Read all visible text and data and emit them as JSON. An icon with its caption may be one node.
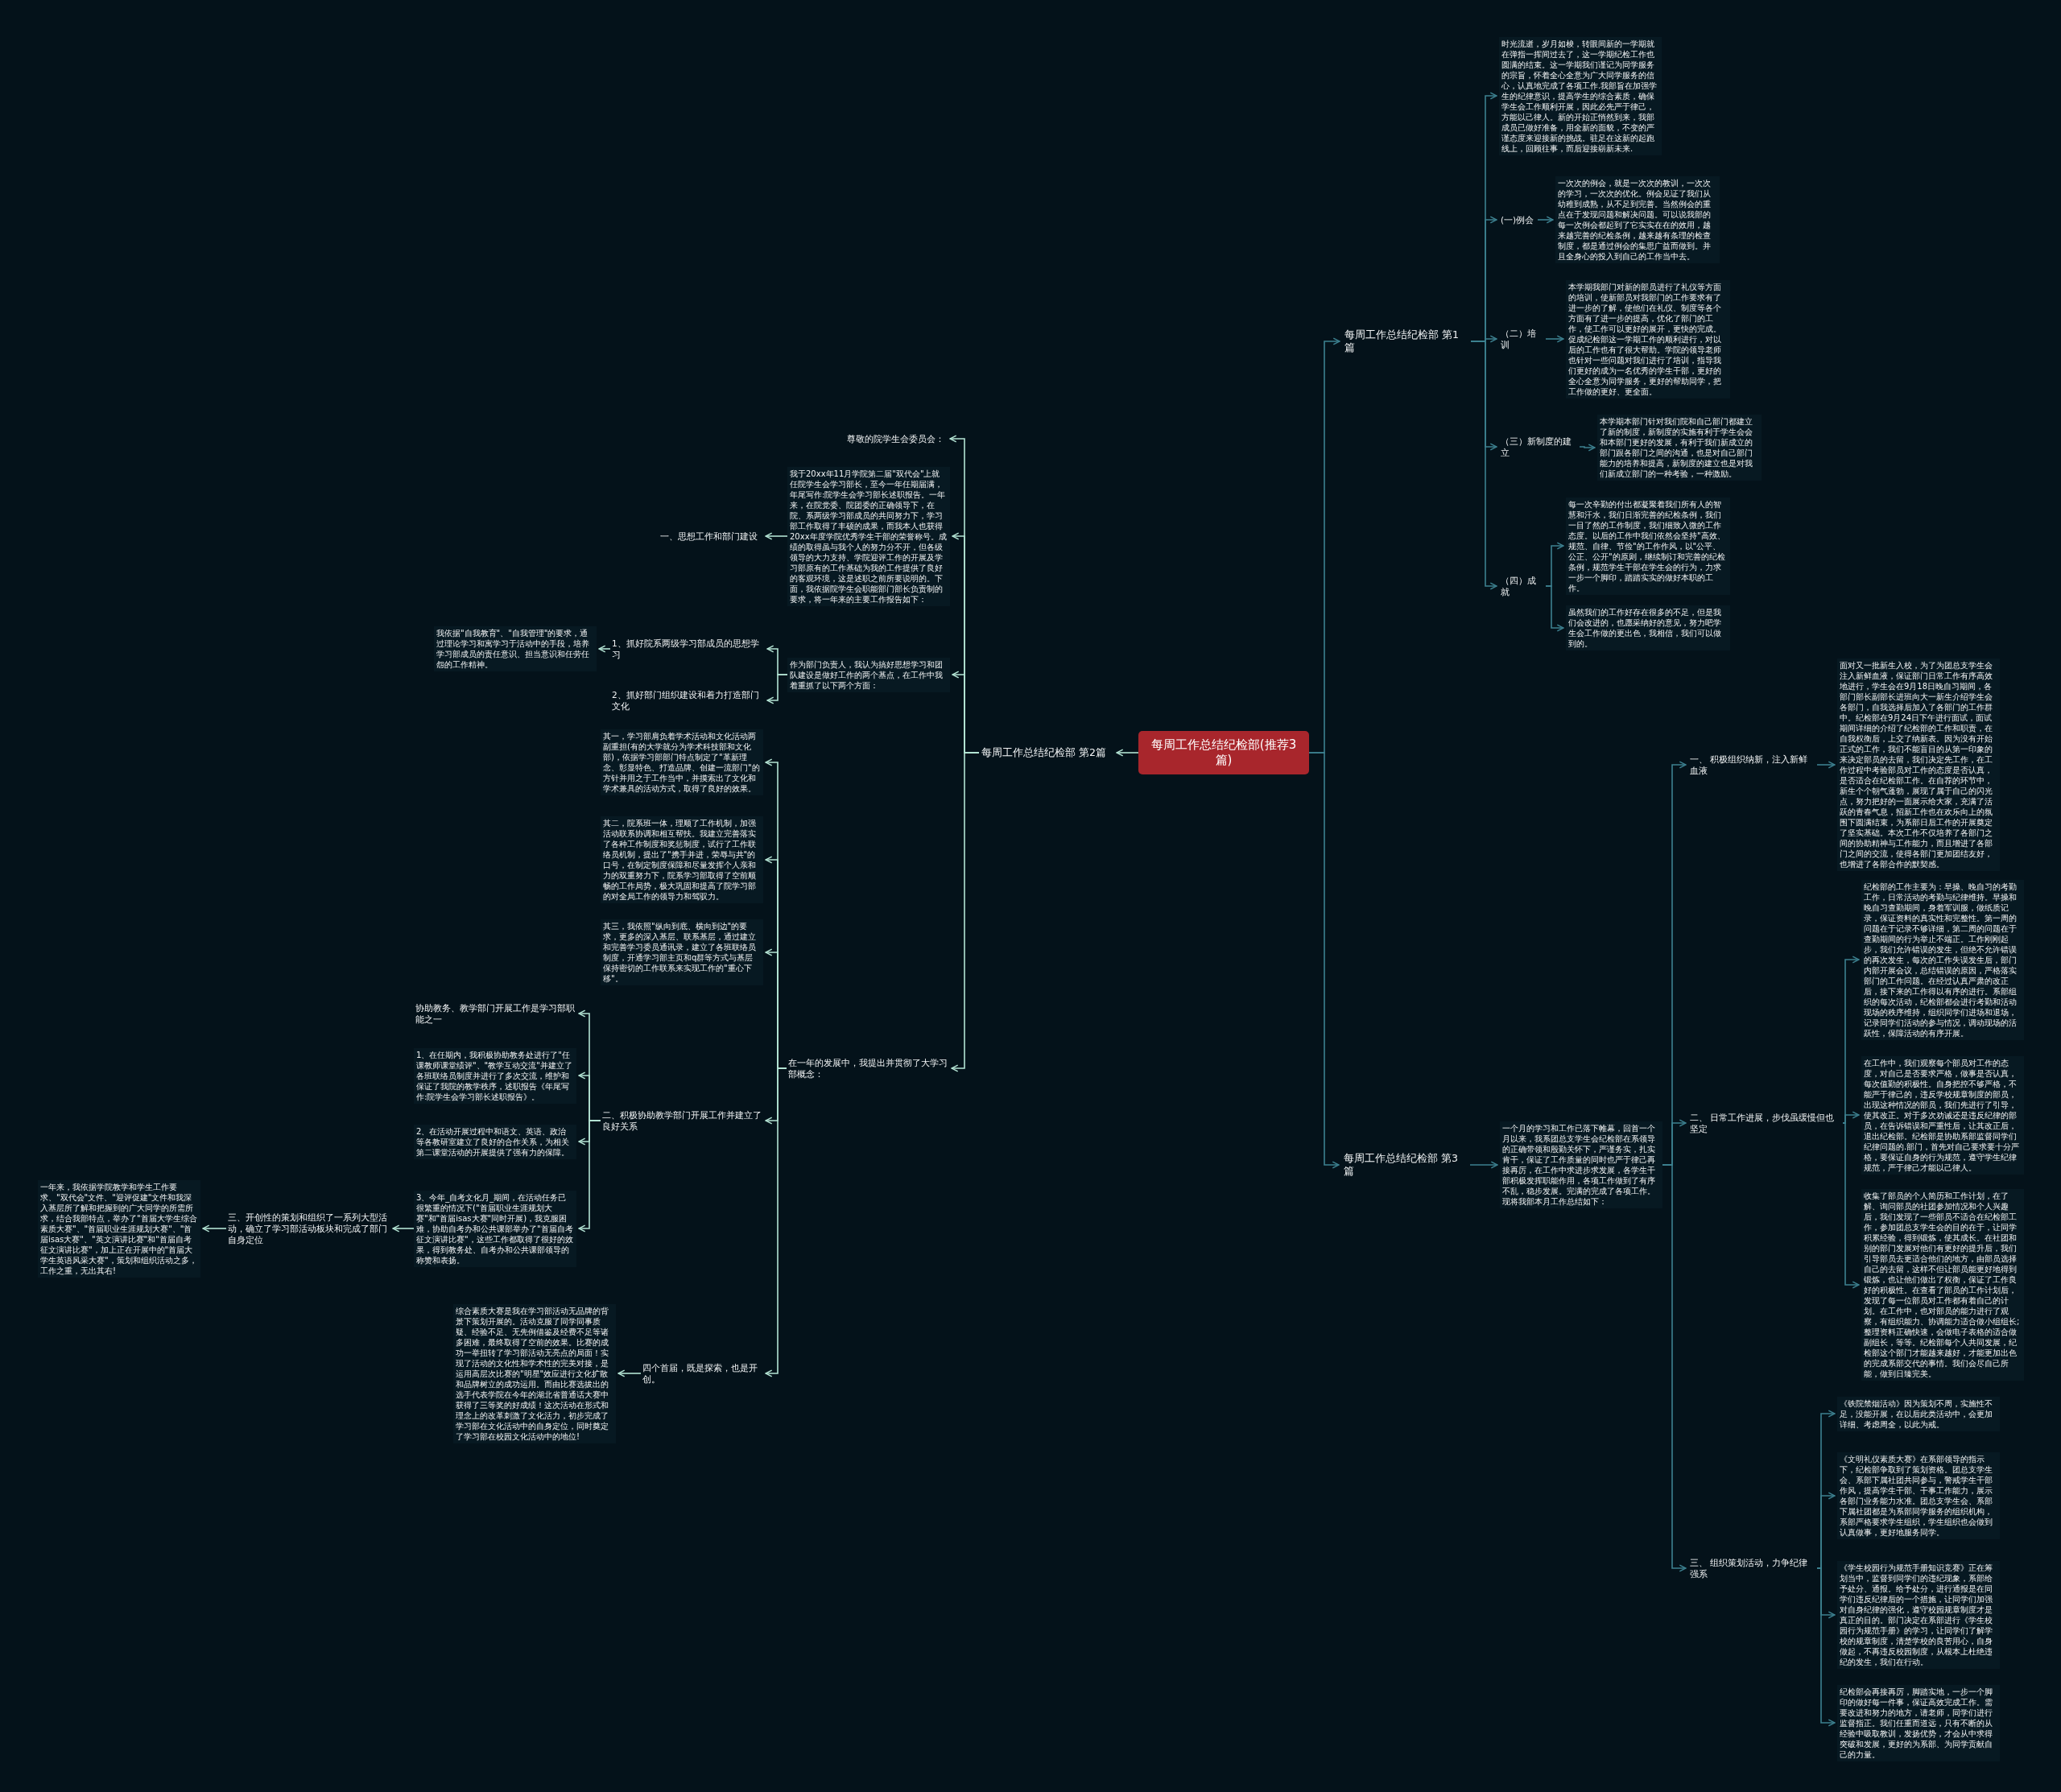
{
  "diagram": {
    "nodes": [
      {
        "text": [
          "每周工作总结纪检部(推荐3篇)"
        ]
      },
      {
        "text": [
          "每周工作总结纪检部 第1篇"
        ]
      },
      {
        "text": [
          "时光流逝，岁月如梭，转眼间新的一学期就在弹指一挥间过去了，这一学期纪检工作也圆满的结束。这一学期我们谨记为同学服务的宗旨，怀着全心全意为广大同学服务的信心，认真地完成了各项工作.我部旨在加强学生的纪律意识，提高学生的综合素质，确保学生会工作顺利开展，因此必先严于律己，方能以己律人。新的开始正悄然到来，我部成员已做好准备，用全新的面貌，不变的严谨态度来迎接新的挑战。驻足在这新的起跑线上，回顾往事，而后迎接崭新未来."
        ]
      },
      {
        "text": [
          "(一)例会"
        ]
      },
      {
        "text": [
          "一次次的例会，就是一次次的教训，一次次的学习，一次次的优化。例会见证了我们从幼稚到成熟，从不足到完善。当然例会的重点在于发现问题和解决问题。可以说我部的每一次例会都起到了它实实在在的效用，越来越完善的纪检条例，越来越有条理的检查制度，都是通过例会的集思广益而做到。并且全身心的投入到自己的工作当中去。"
        ]
      },
      {
        "text": [
          "（二）培训"
        ]
      },
      {
        "text": [
          "本学期我部门对新的部员进行了礼仪等方面的培训，使新部员对我部门的工作要求有了进一步的了解，使他们在礼仪、制度等各个方面有了进一步的提高，优化了部门的工作，使工作可以更好的展开，更快的完成。促成纪检部这一学期工作的顺利进行，对以后的工作也有了很大帮助。学院的领导老师也针对一些问题对我们进行了培训，指导我们更好的成为一名优秀的学生干部，更好的全心全意为同学服务，更好的帮助同学，把工作做的更好、更全面。"
        ]
      },
      {
        "text": [
          "（三）新制度的建立"
        ]
      },
      {
        "text": [
          "本学期本部门针对我们院和自己部门都建立了新的制度，新制度的实施有利于学生会会和本部门更好的发展，有利于我们新成立的部门跟各部门之间的沟通，也是对自己部门能力的培养和提高，新制度的建立也是对我们新成立部门的一种考验，一种激励。"
        ]
      },
      {
        "text": [
          "（四）成就"
        ]
      },
      {
        "text": [
          "每一次辛勤的付出都凝聚着我们所有人的智慧和汗水，我们日渐完善的纪检条例，我们一目了然的工作制度，我们细致入微的工作态度。以后的工作中我们依然会坚持\"高效、规范、自律、节俭\"的工作作风，以\"公平、公正、公开\"的原则，继续制订和完善的纪检条例，规范学生干部在学生会的行为，力求一步一个脚印，踏踏实实的做好本职的工作。"
        ]
      },
      {
        "text": [
          "虽然我们的工作好存在很多的不足，但是我们会改进的，也愿采纳好的意见，努力吧学生会工作做的更出色，我相信，我们可以做到的。"
        ]
      },
      {
        "text": [
          "每周工作总结纪检部 第2篇"
        ]
      },
      {
        "text": [
          "尊敬的院学生会委员会："
        ]
      },
      {
        "text": [
          "我于20xx年11月学院第二届\"双代会\"上就任院学生会学习部长，至今一年任期届满，年尾写作:院学生会学习部长述职报告。一年来，在院党委、院团委的正确领导下，在院、系两级学习部成员的共同努力下，学习部工作取得了丰硕的成果，而我本人也获得20xx年度学院优秀学生干部的荣誉称号。成绩的取得虽与我个人的努力分不开，但各级领导的大力支持、学院迎评工作的开展及学习部原有的工作基础为我的工作提供了良好的客观环境，这是述职之前所要说明的。下面，我依据院学生会职能部门部长负责制的要求，将一年来的主要工作报告如下："
        ]
      },
      {
        "text": [
          "一、思想工作和部门建设"
        ]
      },
      {
        "text": [
          "作为部门负责人，我认为搞好思想学习和团队建设是做好工作的两个基点，在工作中我着重抓了以下两个方面："
        ]
      },
      {
        "text": [
          "1、抓好院系两级学习部成员的思想学习"
        ]
      },
      {
        "text": [
          "我依据\"自我教育\"、\"自我管理\"的要求，通过理论学习和寓学习于活动中的手段，培养学习部成员的责任意识、担当意识和任劳任怨的工作精神。"
        ]
      },
      {
        "text": [
          "2、抓好部门组织建设和着力打造部门文化"
        ]
      },
      {
        "text": [
          "在一年的发展中，我提出并贯彻了大学习部概念："
        ]
      },
      {
        "text": [
          "其一，学习部肩负着学术活动和文化活动两副重担(有的大学就分为学术科技部和文化部)，依据学习部部门特点制定了\"革新理念、彰显特色、打造品牌、创建一流部门\"的方针并用之于工作当中，并摸索出了文化和学术兼具的活动方式，取得了良好的效果。"
        ]
      },
      {
        "text": [
          "其二，院系班一体，理顺了工作机制，加强活动联系协调和相互帮扶。我建立完善落实了各种工作制度和奖惩制度，试行了工作联络员机制，提出了\"携手并进，荣辱与共\"的口号，在制定制度保障和尽量发挥个人亲和力的双重努力下，院系学习部取得了空前顺畅的工作局势，极大巩固和提高了院学习部的对全局工作的领导力和驾驭力。"
        ]
      },
      {
        "text": [
          "其三，我依照\"纵向到底、横向到边\"的要求，更多的深入基层、联系基层，通过建立和完善学习委员通讯录，建立了各班联络员制度，开通学习部主页和q群等方式与基层保持密切的工作联系来实现工作的\"重心下移\"。"
        ]
      },
      {
        "text": [
          "二、积极协助教学部门开展工作并建立了良好关系"
        ]
      },
      {
        "text": [
          "协助教务、教学部门开展工作是学习部职能之一"
        ]
      },
      {
        "text": [
          "1、在任期内，我积极协助教务处进行了\"任课教师课堂绩评\"、\"教学互动交流\"并建立了各班联络员制度并进行了多次交流，维护和保证了我院的教学秩序，述职报告《年尾写作:院学生会学习部长述职报告》。"
        ]
      },
      {
        "text": [
          "2、在活动开展过程中和语文、英语、政治等各教研室建立了良好的合作关系，为相关第二课堂活动的开展提供了强有力的保障。"
        ]
      },
      {
        "text": [
          "3、今年_自考文化月_期间，在活动任务已很繁重的情况下(\"首届职业生涯规划大赛\"和\"首届isas大赛\"同时开展)，我克服困难，协助自考办和公共课部举办了\"首届自考征文演讲比赛\"，这些工作都取得了很好的效果，得到教务处、自考办和公共课部领导的称赞和表扬。"
        ]
      },
      {
        "text": [
          "三、开创性的策划和组织了一系列大型活动，确立了学习部活动板块和完成了部门自身定位"
        ]
      },
      {
        "text": [
          "一年来，我依据学院教学和学生工作要求、\"双代会\"文件、\"迎评促建\"文件和我深入基层所了解和把握到的广大同学的所需所求，结合我部特点，举办了\"首届大学生综合素质大赛\"、\"首届职业生涯规划大赛\"、\"首届isas大赛\"、\"英文演讲比赛\"和\"首届自考征文演讲比赛\"，加上正在开展中的\"首届大学生英语风采大赛\"，策划和组织活动之多，工作之重，无出其右!"
        ]
      },
      {
        "text": [
          "四个首届，既是探索，也是开创。"
        ]
      },
      {
        "text": [
          "综合素质大赛是我在学习部活动无品牌的背景下策划开展的。活动克服了同学同事质疑、经验不足、无先例借鉴及经费不足等诸多困难，最终取得了空前的效果。比赛的成功一举扭转了学习部活动无亮点的局面！实现了活动的文化性和学术性的完美对接，是运用高层次比赛的\"明星\"效应进行文化扩散和品牌树立的成功运用。而由比赛选拔出的选手代表学院在今年的湖北省普通话大赛中获得了三等奖的好成绩！这次活动在形式和理念上的改革刺激了文化活力，初步完成了学习部在文化活动中的自身定位，同时奠定了学习部在校园文化活动中的地位!"
        ]
      },
      {
        "text": [
          "每周工作总结纪检部 第3篇"
        ]
      },
      {
        "text": [
          "一个月的学习和工作已落下帷幕，回首一个月以来，我系团总支学生会纪检部在系领导的正确带领和殷勤关怀下，严谨务实，扎实肯干，保证了工作质量的同时也严于律己再接再厉，在工作中求进步求发展，各学生干部积极发挥职能作用，各项工作做到了有序不乱，稳步发展。完满的完成了各项工作。现将我部本月工作总结如下："
        ]
      },
      {
        "text": [
          "一、 积极组织纳新，注入新鲜血液"
        ]
      },
      {
        "text": [
          "面对又一批新生入校，为了为团总支学生会注入新鲜血液，保证部门日常工作有序高效地进行，学生会在9月18日晚自习期间，各部门部长副部长进班向大一新生介绍学生会各部门，自我选择后加入了各部门的工作群中。纪检部在9月24日下午进行面试，面试期间详细的介绍了纪检部的工作和职责，在自我权衡后，上交了纳新表。因为没有开始正式的工作，我们不能盲目的从第一印象的来决定部员的去留，我们决定先工作，在工作过程中考验部员对工作的态度是否认真，是否适合在纪检部工作。在自荐的环节中，新生个个朝气蓬勃，展现了属于自己的闪光点，努力把好的一面展示给大家，充满了活跃的青春气息，招新工作也在欢乐向上的氛围下圆满结束，为系部日后工作的开展奠定了坚实基础。本次工作不仅培养了各部门之间的协助精神与工作能力，而且增进了各部门之间的交流，使得各部门更加团结友好，也增进了各部合作的默契感。"
        ]
      },
      {
        "text": [
          "二、 日常工作进展，步伐虽缓慢但也坚定"
        ]
      },
      {
        "text": [
          "纪检部的工作主要为：早操、晚自习的考勤工作，日常活动的考勤与纪律维持。早操和晚自习查勤期间，身着军训服，做纸质记录，保证资料的真实性和完整性。第一周的问题在于记录不够详细，第二周的问题在于查勤期间的行为举止不端正。工作刚刚起步，我们允许错误的发生，但绝不允许错误的再次发生，每次的工作失误发生后，部门内部开展会议，总结错误的原因，严格落实部门的工作问题。在经过认真严肃的改正后，接下来的工作得以有序的进行。系部组织的每次活动，纪检部都会进行考勤和活动现场的秩序维持，组织同学们进场和退场，记录同学们活动的参与情况，调动现场的活跃性，保障活动的有序开展。"
        ]
      },
      {
        "text": [
          "在工作中，我们观察每个部员对工作的态度，对自己是否要求严格，做事是否认真，每次值勤的积极性。自身把控不够严格，不能严于律己的，违反学校规章制度的部员，出现这种情况的部员，我们先进行了引导，使其改正。对于多次劝诫还是违反纪律的部员，在告诉错误和严重性后，让其改正后，退出纪检部。纪检部是协助系部监督同学们纪律问题的.部门，首先对自己要求要十分严格，要保证自身的行为规范，遵守学生纪律规范，严于律己才能以己律人。"
        ]
      },
      {
        "text": [
          "收集了部员的个人简历和工作计划，在了解、询问部员的社团参加情况和个人兴趣后，我们发现了一些部员不适合在纪检部工作，参加团总支学生会的目的在于，让同学积累经验，得到锻炼，使其成长。在社团和别的部门发展对他们有更好的提升后，我们引导部员去更适合他们的地方，由部员选择自己的去留，这样不但让部员能更好地得到锻炼，也让他们做出了权衡，保证了工作良好的积极性。在查看了部员的工作计划后，发现了每一位部员对工作都有着自己的计划。在工作中，也对部员的能力进行了观察，有组织能力、协调能力适合做小组组长;整理资料正确快速，会做电子表格的适合做副组长，等等。纪检部每个人共同发展，纪检部这个部门才能越来越好，才能更加出色的完成系部交代的事情。我们会尽自己所能，做到日臻完美。"
        ]
      },
      {
        "text": [
          "三、 组织策划活动，力争纪律强系"
        ]
      },
      {
        "text": [
          "《铁院禁烟活动》因为策划不周，实施性不足，没能开展，在以后此类活动中，会更加详细、考虑周全，以此为戒。"
        ]
      },
      {
        "text": [
          "《文明礼仪素质大赛》在系部领导的指示下，纪检部争取到了策划资格。团总支学生会、系部下属社团共同参与，警戒学生干部作风，提高学生干部、干事工作能力，展示各部门业务能力水准。团总支学生会、系部下属社团都是为系部同学服务的组织机构，系部严格要求学生组织，学生组织也会做到认真做事，更好地服务同学。"
        ]
      },
      {
        "text": [
          "《学生校园行为规范手册知识竞赛》正在筹划当中，监督到同学们的违纪现象，系部给予处分、通报。给予处分，进行通报是在同学们违反纪律后的一个措施，让同学们加强对自身纪律的强化，遵守校园规章制度才是真正的目的。部门决定在系部进行《学生校园行为规范手册》的学习，让同学们了解学校的规章制度，清楚学校的良苦用心，自身做起，不再违反校园制度，从根本上杜绝违纪的发生，我们在行动。"
        ]
      },
      {
        "text": [
          "纪检部会再接再厉，脚踏实地，一步一个脚印的做好每一件事，保证高效完成工作。需要改进和努力的地方，请老师，同学们进行监督指正。我们任重而道远，只有不断的从经验中吸取教训，发扬优势，才会从中求得突破和发展，更好的为系部、为同学贡献自己的力量。"
        ]
      }
    ],
    "edges": [
      {
        "from": 0,
        "to": 1,
        "arrow": "to"
      },
      {
        "from": 1,
        "to": 2,
        "arrow": "to"
      },
      {
        "from": 1,
        "to": 3,
        "arrow": "to"
      },
      {
        "from": 3,
        "to": 4,
        "arrow": "to"
      },
      {
        "from": 1,
        "to": 5,
        "arrow": "to"
      },
      {
        "from": 5,
        "to": 6,
        "arrow": "to"
      },
      {
        "from": 1,
        "to": 7,
        "arrow": "to"
      },
      {
        "from": 7,
        "to": 8,
        "arrow": "to"
      },
      {
        "from": 1,
        "to": 9,
        "arrow": "to"
      },
      {
        "from": 9,
        "to": 10,
        "arrow": "to"
      },
      {
        "from": 9,
        "to": 11,
        "arrow": "to"
      },
      {
        "from": 0,
        "to": 12,
        "arrow": "to",
        "color": "#b4e4d4"
      },
      {
        "from": 12,
        "to": 13,
        "arrow": "to",
        "color": "#b4e4d4"
      },
      {
        "from": 12,
        "to": 14,
        "arrow": "to",
        "color": "#b4e4d4"
      },
      {
        "from": 14,
        "to": 15,
        "arrow": "to",
        "color": "#b4e4d4"
      },
      {
        "from": 12,
        "to": 16,
        "arrow": "to",
        "color": "#b4e4d4"
      },
      {
        "from": 16,
        "to": 17,
        "arrow": "to",
        "color": "#b4e4d4"
      },
      {
        "from": 17,
        "to": 18,
        "arrow": "to",
        "color": "#b4e4d4"
      },
      {
        "from": 16,
        "to": 19,
        "arrow": "to",
        "color": "#b4e4d4"
      },
      {
        "from": 12,
        "to": 20,
        "arrow": "to",
        "color": "#b4e4d4"
      },
      {
        "from": 20,
        "to": 21,
        "arrow": "to",
        "color": "#b4e4d4"
      },
      {
        "from": 20,
        "to": 22,
        "arrow": "to",
        "color": "#b4e4d4"
      },
      {
        "from": 20,
        "to": 23,
        "arrow": "to",
        "color": "#b4e4d4"
      },
      {
        "from": 20,
        "to": 24,
        "arrow": "to",
        "color": "#b4e4d4"
      },
      {
        "from": 24,
        "to": 25,
        "arrow": "to",
        "color": "#b4e4d4"
      },
      {
        "from": 24,
        "to": 26,
        "arrow": "to",
        "color": "#b4e4d4"
      },
      {
        "from": 24,
        "to": 27,
        "arrow": "to",
        "color": "#b4e4d4"
      },
      {
        "from": 24,
        "to": 28,
        "arrow": "to",
        "color": "#b4e4d4"
      },
      {
        "from": 28,
        "to": 29,
        "arrow": "to",
        "color": "#b4e4d4"
      },
      {
        "from": 29,
        "to": 30,
        "arrow": "to",
        "color": "#b4e4d4"
      },
      {
        "from": 20,
        "to": 31,
        "arrow": "to",
        "color": "#b4e4d4"
      },
      {
        "from": 31,
        "to": 32,
        "arrow": "to",
        "color": "#b4e4d4"
      },
      {
        "from": 0,
        "to": 33,
        "arrow": "to"
      },
      {
        "from": 33,
        "to": 34,
        "arrow": "to"
      },
      {
        "from": 34,
        "to": 35,
        "arrow": "to"
      },
      {
        "from": 35,
        "to": 36,
        "arrow": "to"
      },
      {
        "from": 34,
        "to": 37,
        "arrow": "to"
      },
      {
        "from": 37,
        "to": 38,
        "arrow": "to"
      },
      {
        "from": 37,
        "to": 39,
        "arrow": "to"
      },
      {
        "from": 37,
        "to": 40,
        "arrow": "to"
      },
      {
        "from": 34,
        "to": 41,
        "arrow": "to"
      },
      {
        "from": 41,
        "to": 42,
        "arrow": "to"
      },
      {
        "from": 41,
        "to": 43,
        "arrow": "to"
      },
      {
        "from": 41,
        "to": 44,
        "arrow": "to"
      },
      {
        "from": 41,
        "to": 45,
        "arrow": "to"
      }
    ]
  }
}
